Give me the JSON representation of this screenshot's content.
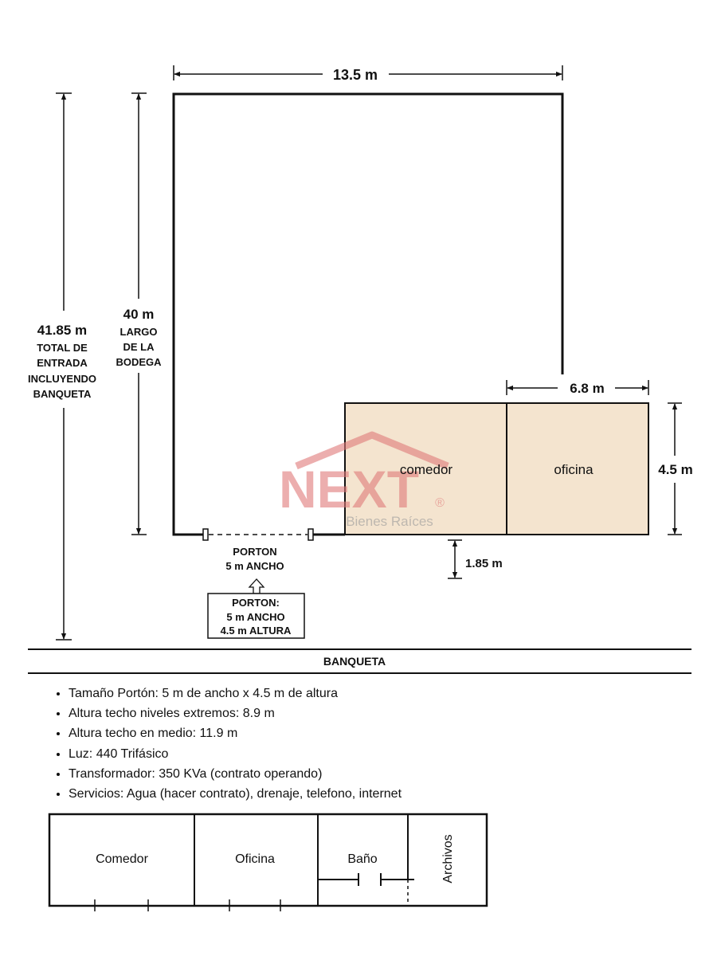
{
  "dimensions": {
    "width_top": "13.5 m",
    "total_depth": "41.85 m",
    "total_depth_caption": [
      "TOTAL DE",
      "ENTRADA",
      "INCLUYENDO",
      "BANQUETA"
    ],
    "bodega_length": "40 m",
    "bodega_length_caption": [
      "LARGO",
      "DE LA",
      "BODEGA"
    ],
    "office_block_width": "6.8 m",
    "office_block_height": "4.5 m",
    "gap_to_street": "1.85 m"
  },
  "rooms": {
    "comedor": "comedor",
    "oficina": "oficina",
    "fill_color": "#f4e4cf"
  },
  "gate": {
    "label": [
      "PORTON",
      "5 m ANCHO"
    ],
    "box_label": [
      "PORTON:",
      "5 m ANCHO",
      "4.5 m ALTURA"
    ]
  },
  "street_label": "BANQUETA",
  "watermark": {
    "brand": "NEXT",
    "registered": "®",
    "tagline": "Bienes Raíces",
    "color": "#e07a7a"
  },
  "notes": [
    "Tamaño Portón: 5 m de ancho x 4.5 m de altura",
    "Altura techo niveles extremos: 8.9 m",
    "Altura techo en medio: 11.9 m",
    "Luz: 440 Trifásico",
    "Transformador: 350 KVa (contrato operando)",
    "Servicios: Agua (hacer contrato), drenaje, telefono, internet"
  ],
  "lower_plan": {
    "comedor": "Comedor",
    "oficina": "Oficina",
    "bano": "Baño",
    "archivos": "Archivos"
  }
}
